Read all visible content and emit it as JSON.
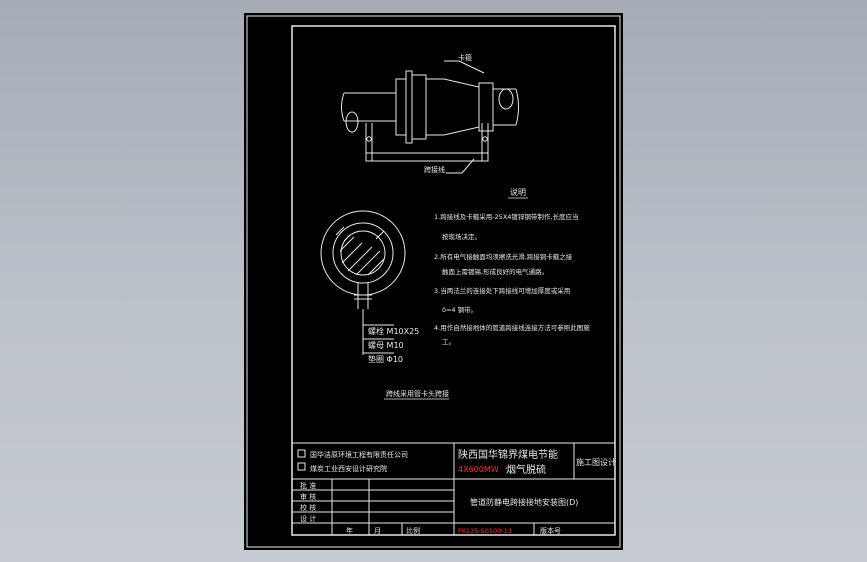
{
  "drawing": {
    "side_view": {
      "clamp_label": "卡箍",
      "jumper_label": "跨接线"
    },
    "section_view": {
      "bolt_label": "螺栓 M10X25",
      "nut_label": "螺母 M10",
      "washer_label": "垫圈 Φ10",
      "caption": "跨线采用管卡头跨接"
    },
    "notes": {
      "heading": "说明",
      "lines": [
        "1.跨接线及卡箍采用-25X4镀锌钢带制作,长度应当",
        "按现场决定。",
        "2.所有电气接触面均须擦洗光滑,跨接铜卡箍之接",
        "触面上需镀锡,形成良好的电气通路。",
        "3.当两法兰的连接处下跨接线可增加厚度或采用",
        "δ=4 钢带。",
        "4.用作自然接地体的管道跨接线连接方法可参照此图施",
        "工。"
      ]
    }
  },
  "title_block": {
    "company1": "国华洁原环境工程有限责任公司",
    "company2": "煤炭工业西安设计研究院",
    "project_line1": "陕西国华锦界煤电节能",
    "project_red": "4X600MW",
    "project_line2": "烟气脱硫",
    "design_stage": "施工图设计",
    "drawing_title": "管道防静电跨接接地安装图(D)",
    "drawing_number": "F0135-S0100-13",
    "version_label": "版本号",
    "row_labels": [
      "批 准",
      "审 核",
      "校 核",
      "设 计"
    ],
    "bottom_labels": [
      "年",
      "月",
      "比例"
    ]
  },
  "colors": {
    "sheet": "#000000",
    "line": "#e8e8e8",
    "red": "#ff3030",
    "background": "#b7bdc5"
  }
}
